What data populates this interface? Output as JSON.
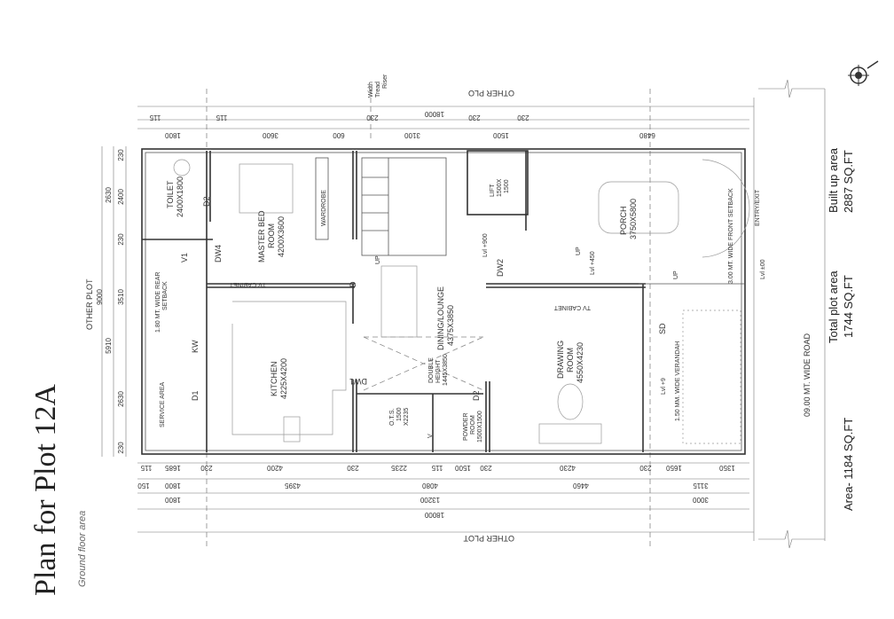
{
  "title": "Plan for Plot 12A",
  "subtitle": "Ground floor area",
  "neighbors": {
    "top": "OTHER PLO",
    "bottom": "OTHER PLOT",
    "left": "OTHER PLOT",
    "road": "09.00 MT. WIDE ROAD"
  },
  "stair_note": [
    "Width",
    "Tread",
    "Riser"
  ],
  "areas": {
    "built_up_label": "Built up area",
    "built_up_value": "2887 SQ.FT",
    "plot_label": "Total plot area",
    "plot_value": "1744 SQ.FT",
    "area": "Area- 1184 SQ.FT"
  },
  "rooms": {
    "toilet": [
      "TOILET",
      "2400X1800"
    ],
    "master_bed": [
      "MASTER BED",
      "ROOM",
      "4200X3600"
    ],
    "wardrobe": "WARDROBE",
    "lift": [
      "LIFT",
      "1500X",
      "1500"
    ],
    "porch": [
      "PORCH",
      "3750X5800"
    ],
    "dining": [
      "DINING/LOUNGE",
      "4375X3850"
    ],
    "double_height": [
      "DOUBLE",
      "HEIGHT",
      "1445X3850"
    ],
    "kitchen": [
      "KITCHEN",
      "4225X4200"
    ],
    "service": "SERVICE AREA",
    "rear_setback": [
      "1.80 MT. WIDE REAR",
      "SETBACK"
    ],
    "front_setback": "3.00 MT. WIDE FRONT SETBACK",
    "entry": "ENTRY/EXIT",
    "ots": [
      "O.T.S.",
      "1500",
      "X2235"
    ],
    "powder": [
      "POWDER",
      "ROOM",
      "1500X1500"
    ],
    "drawing": [
      "DRAWING",
      "ROOM",
      "4550X4230"
    ],
    "verandah": "1.50 MM. WIDE VERANDAH",
    "tv_cabinet": "TV CABINET"
  },
  "tags": {
    "d2a": "D2",
    "v1": "V1",
    "dw4": "DW4",
    "kw": "KW",
    "d1": "D1",
    "d": "D",
    "dw1": "DW1",
    "v": "V",
    "d2b": "D2",
    "dw2": "DW2",
    "sd": "SD",
    "up1": "UP",
    "up2": "UP",
    "up3": "UP",
    "lvl900": "Lvl +900",
    "lvl450": "Lvl +450",
    "lvl00": "Lvl ±00",
    "lvl9": "Lvl +9"
  },
  "dims": {
    "top_total": "18000",
    "top_a": [
      "115",
      "115",
      "230",
      "230",
      "230"
    ],
    "top_b": [
      "1800",
      "3600",
      "600",
      "3100",
      "1500",
      "6480"
    ],
    "bot1": [
      "115",
      "1685",
      "230",
      "4200",
      "230",
      "2235",
      "115",
      "1500",
      "230",
      "4230",
      "230",
      "1650",
      "1350"
    ],
    "bot2": [
      "150",
      "1800",
      "4395",
      "4080",
      "4460",
      "3115"
    ],
    "bot3": [
      "1800",
      "13200",
      "3000"
    ],
    "bot_total": "18000",
    "left1": [
      "230",
      "2400",
      "230",
      "3510",
      "2630",
      "230"
    ],
    "left2": [
      "2630",
      "5910"
    ],
    "left_total": "9000"
  }
}
